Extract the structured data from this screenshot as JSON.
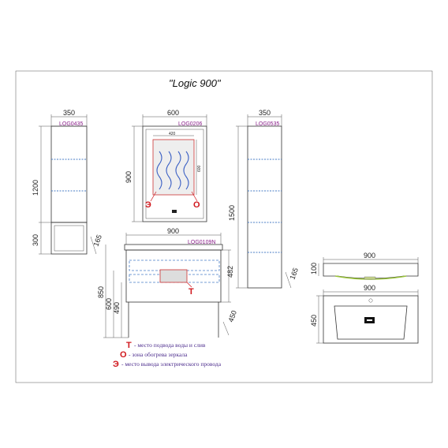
{
  "title": "\"Logic 900\"",
  "cabinet_left": {
    "width": "350",
    "code": "LOG0435",
    "height_upper": "1200",
    "height_lower": "300",
    "depth": "165"
  },
  "mirror": {
    "width": "600",
    "code": "LOG0206",
    "height": "900",
    "zone_width": "420",
    "zone_height": "600",
    "label_e": "Э",
    "label_o": "О"
  },
  "cabinet_right": {
    "width": "350",
    "code": "LOG0535",
    "height": "1500",
    "depth": "165"
  },
  "vanity": {
    "width": "900",
    "code": "LOG0109N",
    "height_total": "850",
    "height_600": "600",
    "height_490": "490",
    "height_482": "482",
    "depth": "450",
    "label_t": "Т"
  },
  "sink_side": {
    "width": "900",
    "height": "100"
  },
  "sink_top": {
    "width": "900",
    "depth": "450"
  },
  "legend": [
    {
      "symbol": "Т",
      "text": "- место подвода воды и слив"
    },
    {
      "symbol": "О",
      "text": "- зона обогрева зеркала"
    },
    {
      "symbol": "Э",
      "text": "- место вывода электрического провода"
    }
  ],
  "colors": {
    "accent_red": "#d0181e",
    "shelf_blue": "#4a7ec6",
    "code_purple": "#8a1f8a"
  }
}
